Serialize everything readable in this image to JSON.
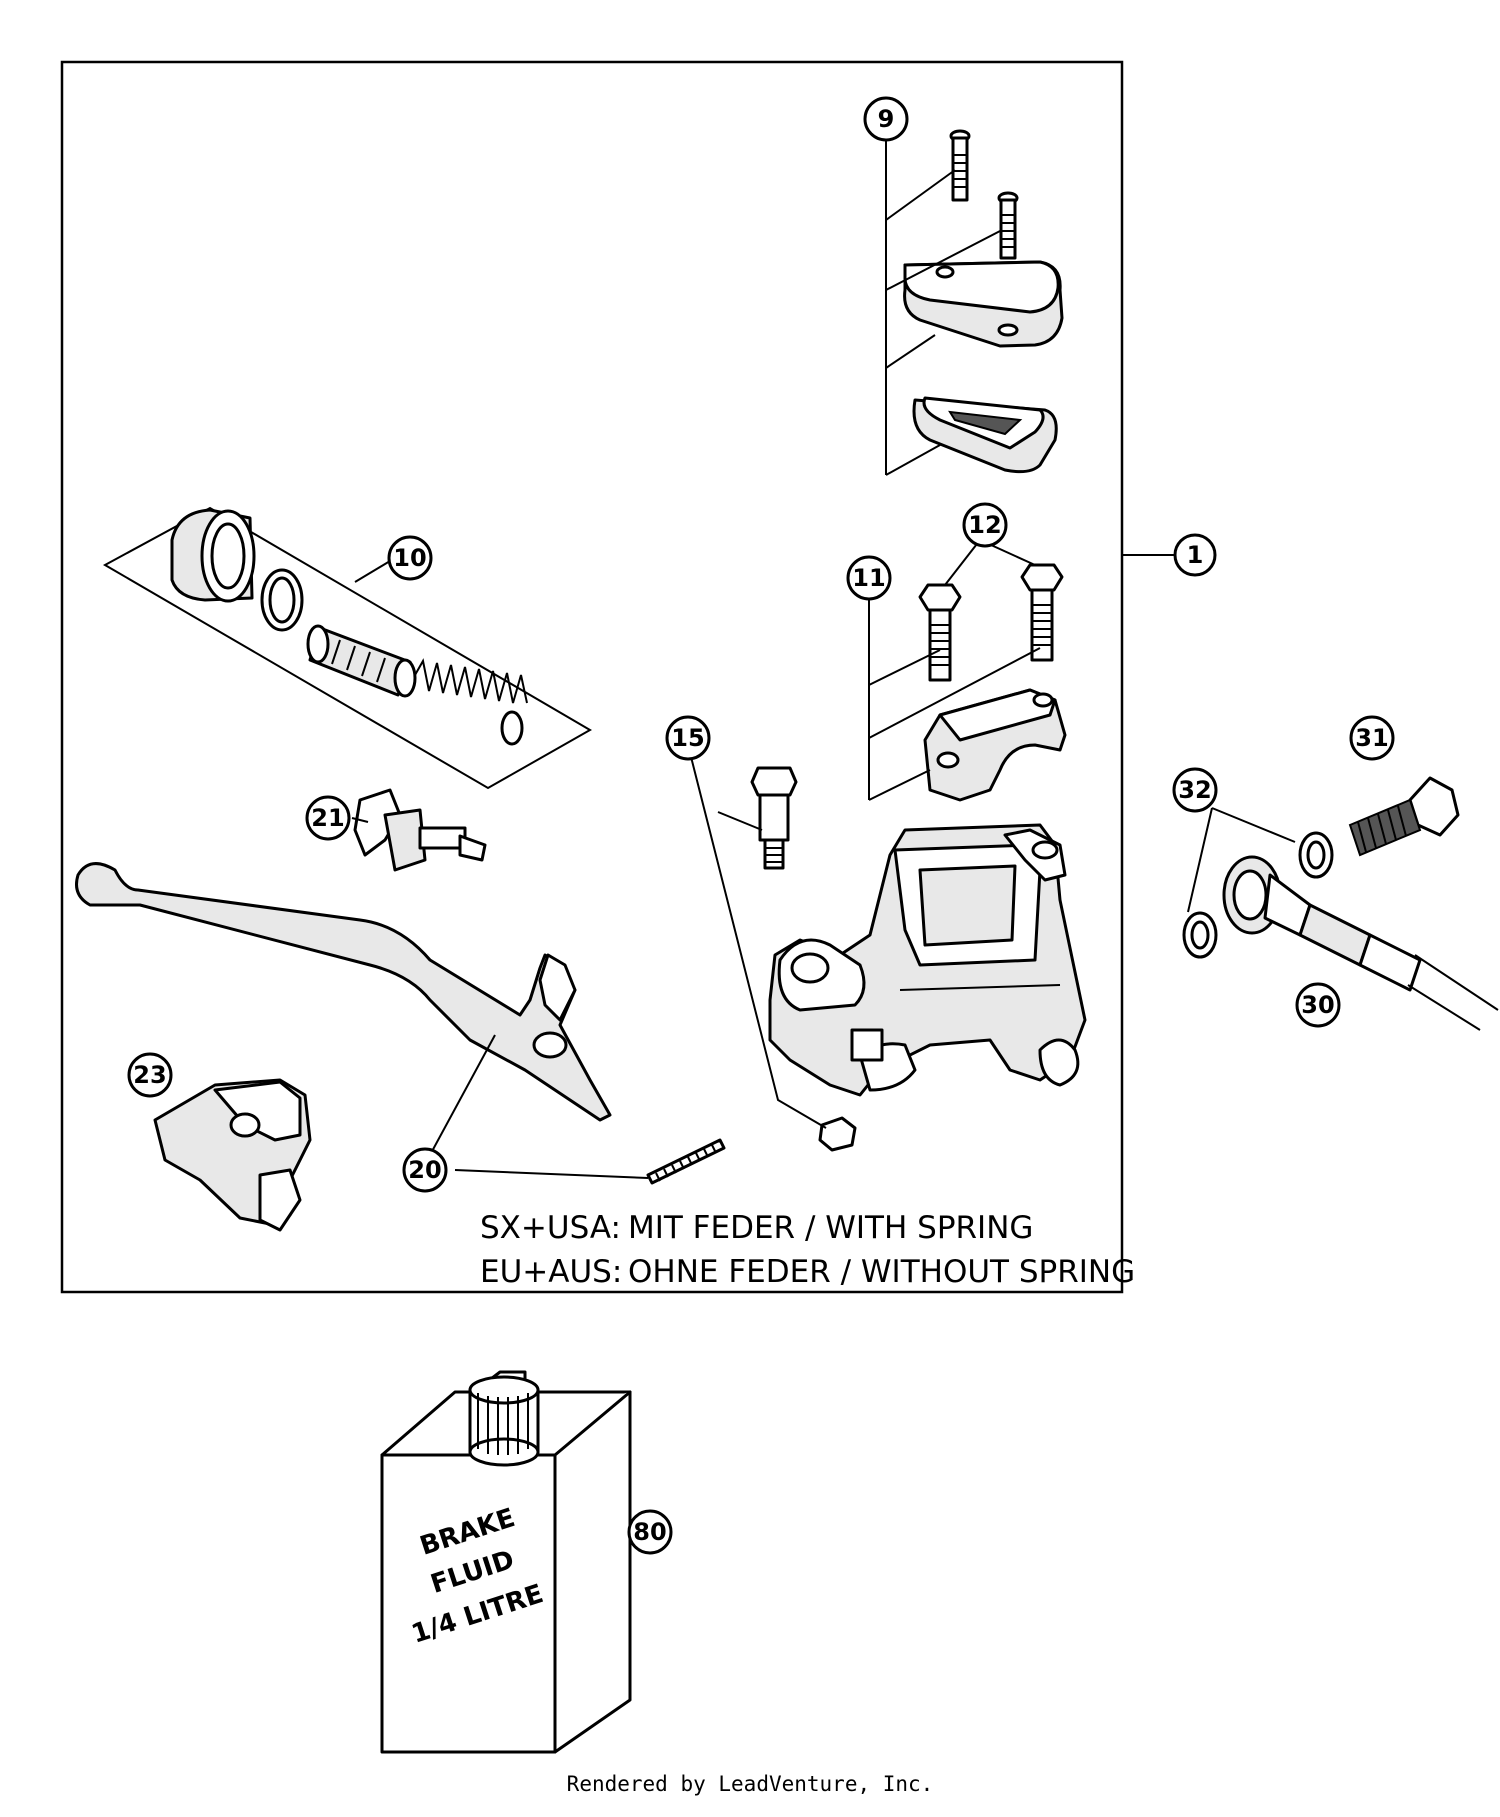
{
  "callouts": {
    "c1": "1",
    "c9": "9",
    "c10": "10",
    "c11": "11",
    "c12": "12",
    "c15": "15",
    "c20": "20",
    "c21": "21",
    "c23": "23",
    "c30": "30",
    "c31": "31",
    "c32": "32",
    "c80": "80"
  },
  "notes": {
    "line1_region": "SX+USA:",
    "line1_text": "MIT FEDER / WITH SPRING",
    "line2_region": "EU+AUS:",
    "line2_text": "OHNE FEDER / WITHOUT SPRING"
  },
  "can_label": {
    "line1": "BRAKE",
    "line2": "FLUID",
    "line3": "1/4 LITRE"
  },
  "footer": "Rendered by LeadVenture, Inc."
}
